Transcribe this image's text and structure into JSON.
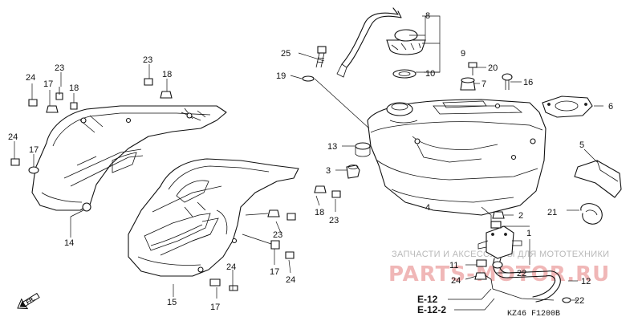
{
  "callouts": {
    "c1": "1",
    "c2": "2",
    "c3": "3",
    "c4": "4",
    "c5": "5",
    "c6": "6",
    "c7": "7",
    "c8": "8",
    "c9": "9",
    "c10": "10",
    "c11": "11",
    "c12": "12",
    "c13": "13",
    "c14": "14",
    "c15": "15",
    "c16": "16",
    "c17": "17",
    "c18": "18",
    "c19": "19",
    "c20": "20",
    "c21": "21",
    "c22": "22",
    "c23": "23",
    "c24": "24",
    "c25": "25"
  },
  "references": {
    "e12": "E-12",
    "e12_2": "E-12-2"
  },
  "front_arrow": "FR.",
  "diagram_code": "KZ46 F1200B",
  "watermark": {
    "line1": "ЗАПЧАСТИ И АКСЕССУАРЫ ДЛЯ МОТОТЕХНИКИ",
    "line2": "PARTS-MOTOR.RU"
  }
}
